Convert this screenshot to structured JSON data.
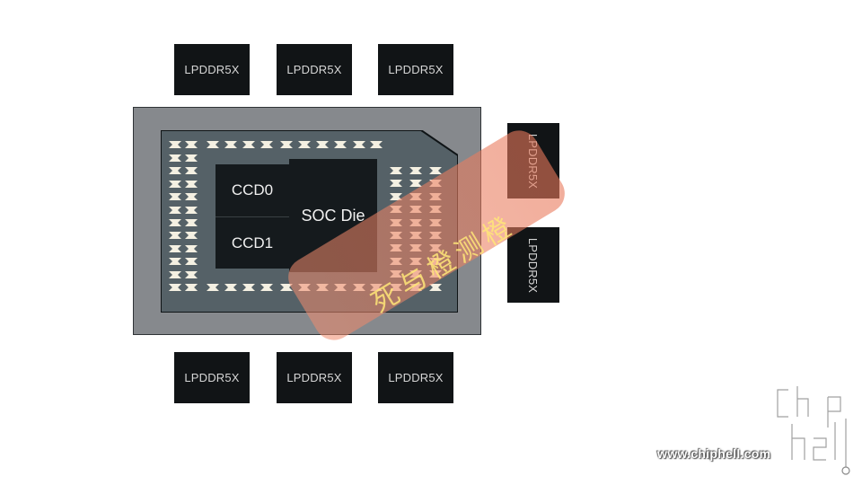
{
  "memory_label": "LPDDR5X",
  "memory_chips": {
    "top": [
      "LPDDR5X",
      "LPDDR5X",
      "LPDDR5X"
    ],
    "right": [
      "LPDDR5X",
      "LPDDR5X"
    ],
    "bottom": [
      "LPDDR5X",
      "LPDDR5X",
      "LPDDR5X"
    ]
  },
  "dies": {
    "ccd0": "CCD0",
    "ccd1": "CCD1",
    "soc": "SOC Die"
  },
  "watermark": "死与橙测橙",
  "site_url": "www.chiphell.com",
  "colors": {
    "package": "#86898d",
    "substrate": "#556167",
    "die": "#151a1d",
    "memory": "#111416",
    "pad": "#f4f0e2"
  }
}
